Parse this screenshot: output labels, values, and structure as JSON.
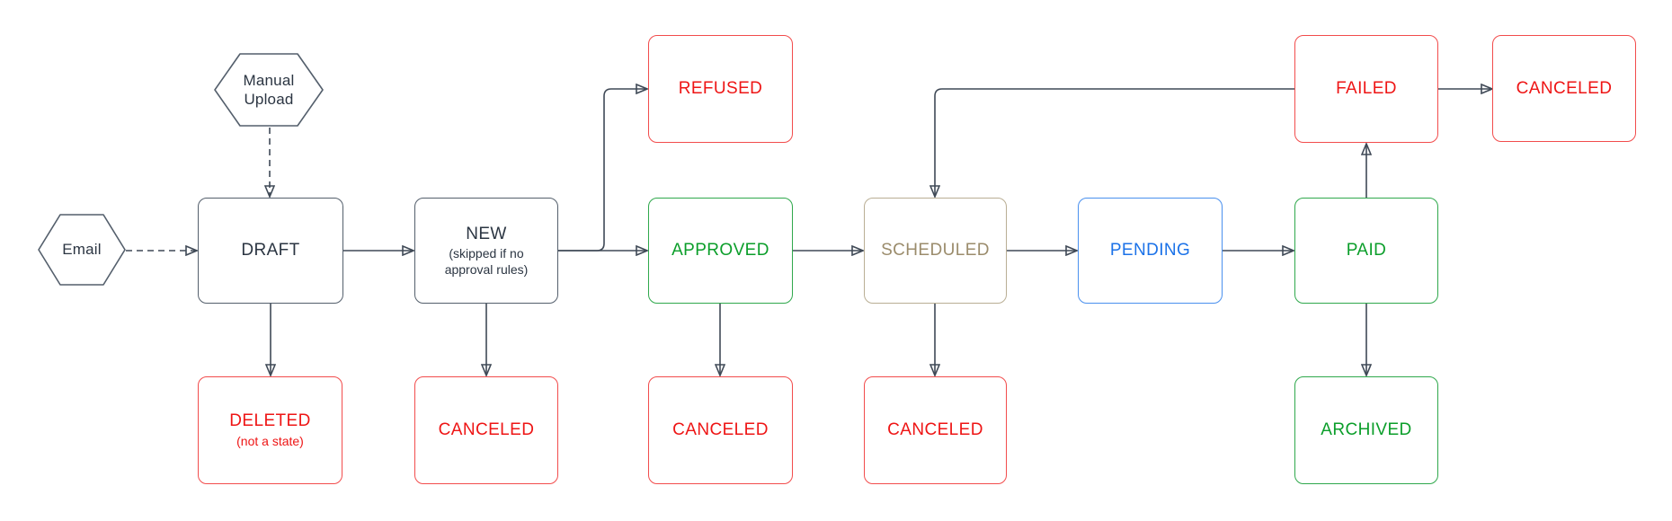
{
  "diagram": {
    "type": "state-flowchart",
    "background": "#ffffff",
    "colors": {
      "edge": "#3f4956",
      "neutral_border": "#545f6c",
      "neutral_text": "#2b3542",
      "red_border": "#f24c4c",
      "red_text": "#ee1515",
      "green_border": "#2fa84c",
      "green_text": "#0b9e2a",
      "blue_border": "#4a90ee",
      "blue_text": "#1b72e8",
      "tan_border": "#b9ae94",
      "tan_text": "#9b8c6c"
    }
  },
  "nodes": {
    "manual_upload": {
      "label": "Manual Upload",
      "shape": "hexagon",
      "color": "neutral"
    },
    "email": {
      "label": "Email",
      "shape": "hexagon",
      "color": "neutral"
    },
    "draft": {
      "label": "DRAFT",
      "color": "neutral"
    },
    "new": {
      "label": "NEW",
      "sublabel": "(skipped if no approval rules)",
      "color": "neutral"
    },
    "refused": {
      "label": "REFUSED",
      "color": "red"
    },
    "approved": {
      "label": "APPROVED",
      "color": "green"
    },
    "scheduled": {
      "label": "SCHEDULED",
      "color": "tan"
    },
    "pending": {
      "label": "PENDING",
      "color": "blue"
    },
    "paid": {
      "label": "PAID",
      "color": "green"
    },
    "failed": {
      "label": "FAILED",
      "color": "red"
    },
    "canceled_after_failed": {
      "label": "CANCELED",
      "color": "red"
    },
    "deleted": {
      "label": "DELETED",
      "sublabel": "(not a state)",
      "color": "red"
    },
    "canceled_after_new": {
      "label": "CANCELED",
      "color": "red"
    },
    "canceled_after_approved": {
      "label": "CANCELED",
      "color": "red"
    },
    "canceled_after_scheduled": {
      "label": "CANCELED",
      "color": "red"
    },
    "archived": {
      "label": "ARCHIVED",
      "color": "green"
    }
  },
  "edges": [
    {
      "from": "manual_upload",
      "to": "draft",
      "style": "dashed"
    },
    {
      "from": "email",
      "to": "draft",
      "style": "dashed"
    },
    {
      "from": "draft",
      "to": "new",
      "style": "solid"
    },
    {
      "from": "new",
      "to": "refused",
      "style": "solid"
    },
    {
      "from": "new",
      "to": "approved",
      "style": "solid"
    },
    {
      "from": "approved",
      "to": "scheduled",
      "style": "solid"
    },
    {
      "from": "scheduled",
      "to": "pending",
      "style": "solid"
    },
    {
      "from": "pending",
      "to": "paid",
      "style": "solid"
    },
    {
      "from": "paid",
      "to": "failed",
      "style": "solid"
    },
    {
      "from": "failed",
      "to": "scheduled",
      "style": "solid"
    },
    {
      "from": "failed",
      "to": "canceled_after_failed",
      "style": "solid"
    },
    {
      "from": "draft",
      "to": "deleted",
      "style": "solid"
    },
    {
      "from": "new",
      "to": "canceled_after_new",
      "style": "solid"
    },
    {
      "from": "approved",
      "to": "canceled_after_approved",
      "style": "solid"
    },
    {
      "from": "scheduled",
      "to": "canceled_after_scheduled",
      "style": "solid"
    },
    {
      "from": "paid",
      "to": "archived",
      "style": "solid"
    }
  ]
}
